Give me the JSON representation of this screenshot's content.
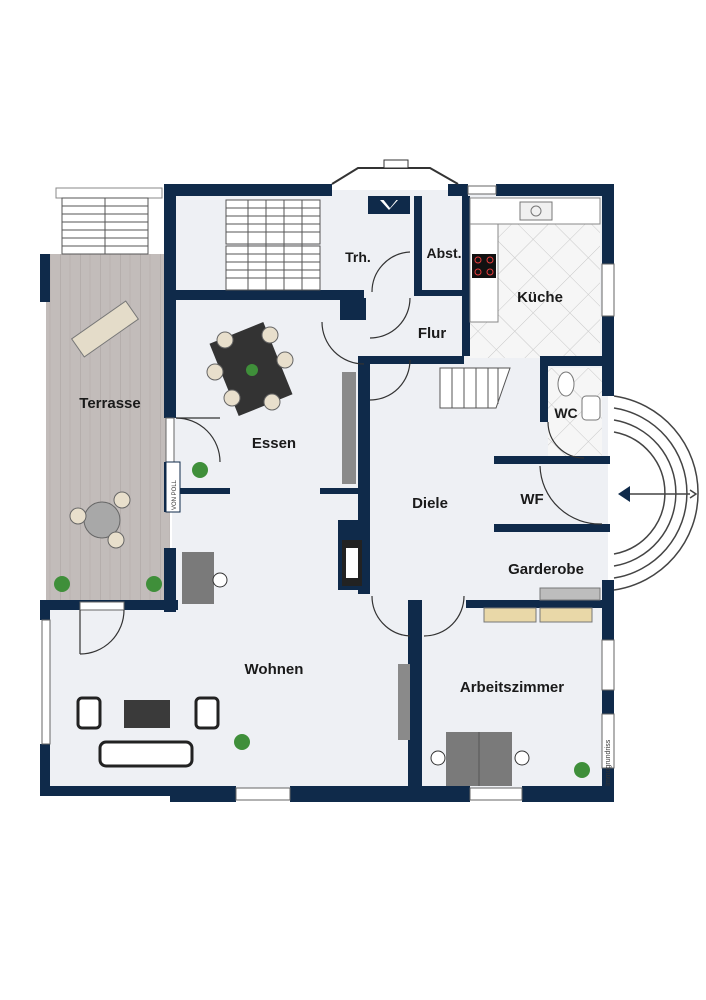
{
  "rooms": {
    "terrasse": "Terrasse",
    "trh": "Trh.",
    "abst": "Abst.",
    "kueche": "Küche",
    "flur": "Flur",
    "essen": "Essen",
    "diele": "Diele",
    "wc": "WC",
    "wf": "WF",
    "garderobe": "Garderobe",
    "wohnen": "Wohnen",
    "arbeitszimmer": "Arbeitszimmer"
  },
  "marks": {
    "brand_sign": "VON POLL",
    "credit": "Immogrundriss"
  },
  "colors": {
    "wall": "#0f2a4a",
    "floor": "#eef0f4",
    "terrace": "#bfb8b6",
    "plant": "#3f8f3a"
  }
}
